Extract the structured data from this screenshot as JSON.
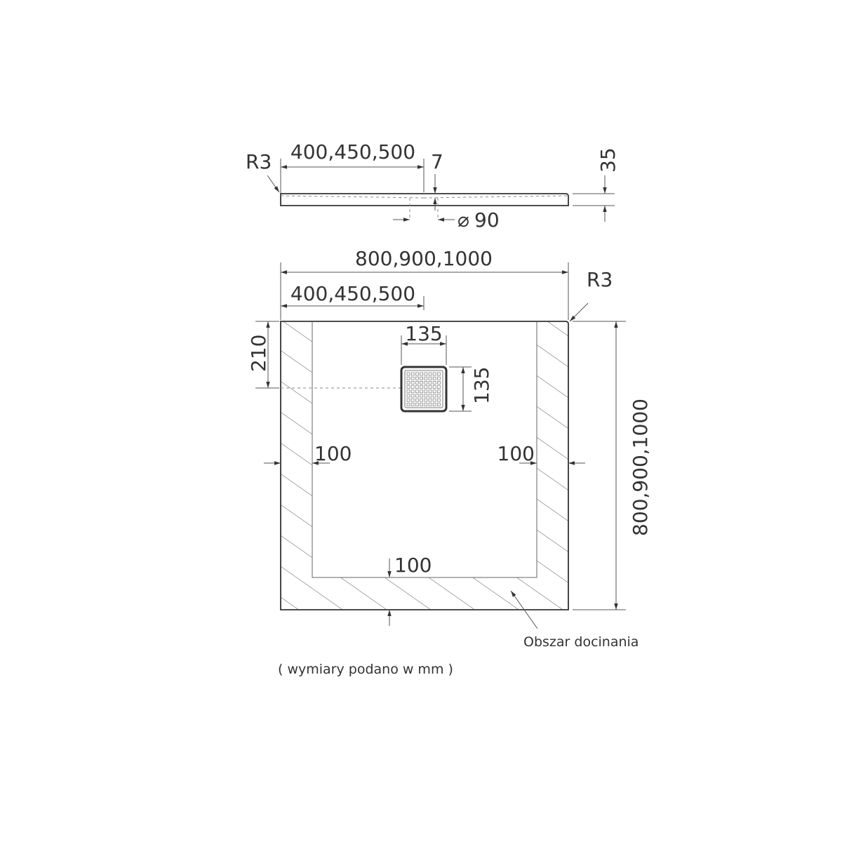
{
  "side_view": {
    "radius_label": "R3",
    "drain_offset_label": "400,450,500",
    "slope_label": "7",
    "height_label": "35",
    "drain_diameter_symbol": "⌀",
    "drain_diameter_label": "90"
  },
  "top_view": {
    "width_label": "800,900,1000",
    "drain_offset_label": "400,450,500",
    "radius_label": "R3",
    "depth_label": "800,900,1000",
    "drain_from_top_label": "210",
    "grate_width_label": "135",
    "grate_height_label": "135",
    "left_trim_label": "100",
    "right_trim_label": "100",
    "bottom_trim_label": "100",
    "trim_area_label": "Obszar docinania"
  },
  "footnote": "( wymiary podano w mm )",
  "colors": {
    "line": "#333333",
    "text": "#333333"
  }
}
